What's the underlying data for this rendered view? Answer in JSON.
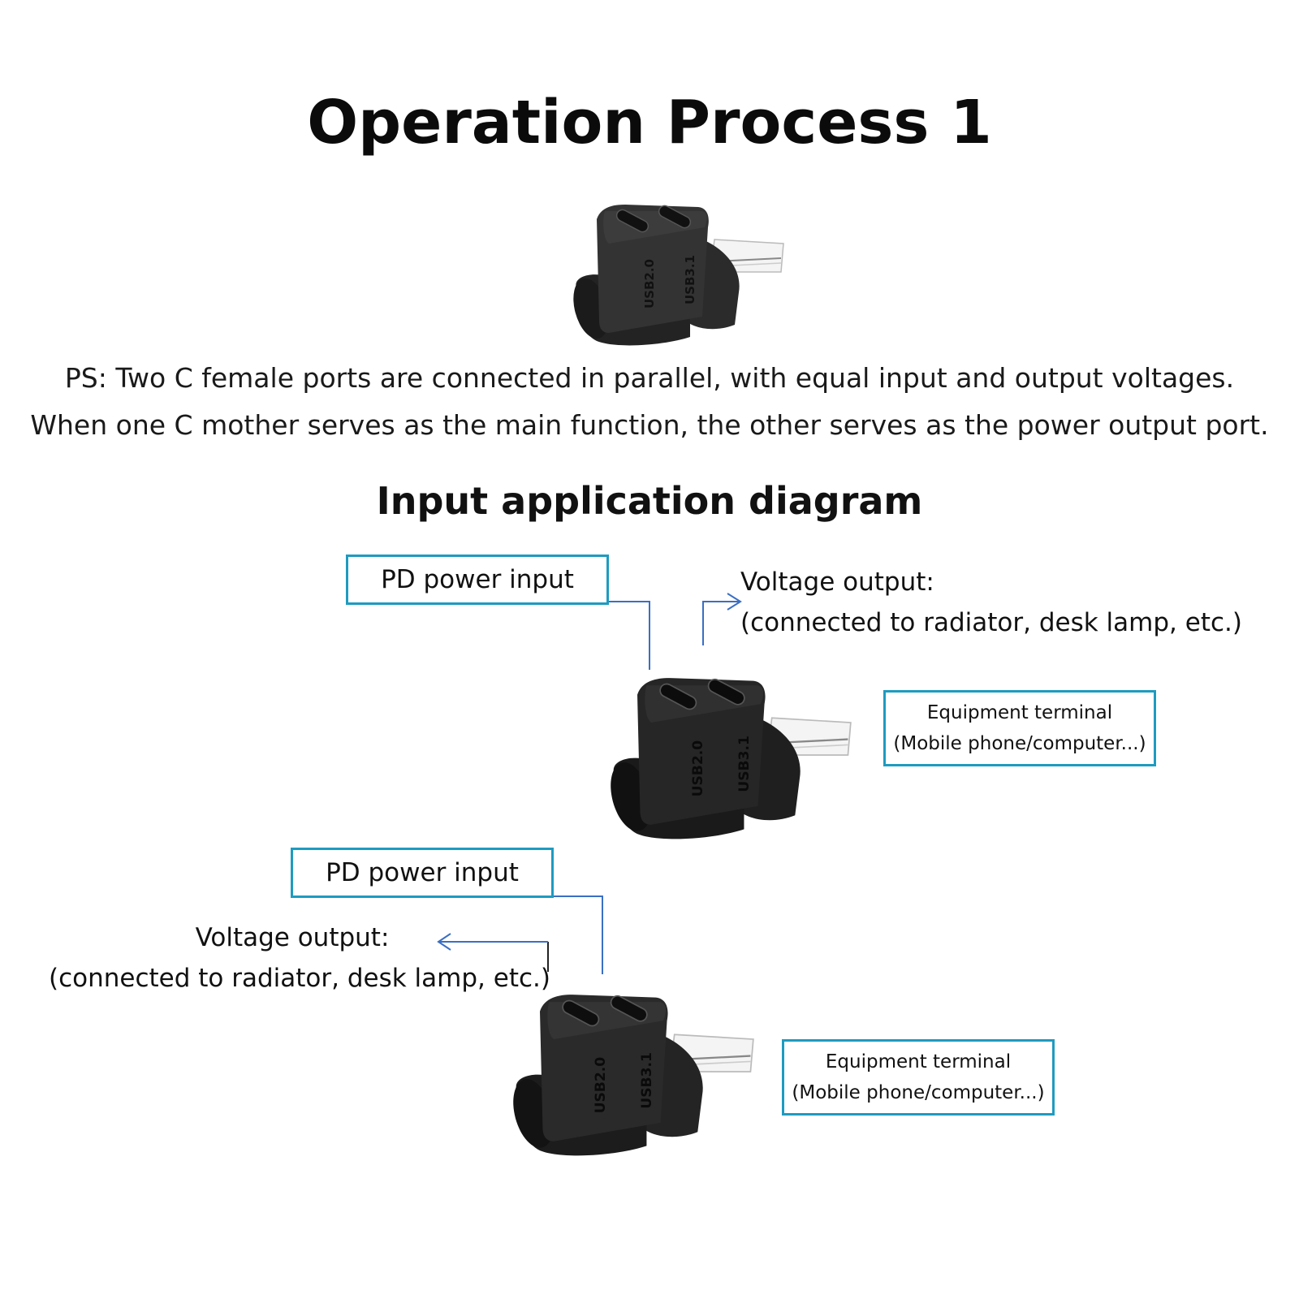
{
  "title": "Operation Process 1",
  "note": {
    "line1": "PS: Two C female ports are connected in parallel, with equal input and output voltages.",
    "line2": "When one C mother serves as the main function, the other serves as the power output port."
  },
  "subtitle": "Input application diagram",
  "adapter": {
    "port_labels": [
      "USB2.0",
      "USB3.1"
    ]
  },
  "diagram1": {
    "input_box": "PD power input",
    "output_title": "Voltage output:",
    "output_detail": "(connected to radiator, desk lamp, etc.)",
    "device_box_line1": "Equipment terminal",
    "device_box_line2": "(Mobile phone/computer...)"
  },
  "diagram2": {
    "input_box": "PD power input",
    "output_title": "Voltage output:",
    "output_detail": "(connected to radiator, desk lamp, etc.)",
    "device_box_line1": "Equipment terminal",
    "device_box_line2": "(Mobile phone/computer...)"
  },
  "colors": {
    "box_border": "#1e9bc0",
    "connector_line": "#3a6fc4",
    "adapter_body": "#2a2a2a"
  }
}
